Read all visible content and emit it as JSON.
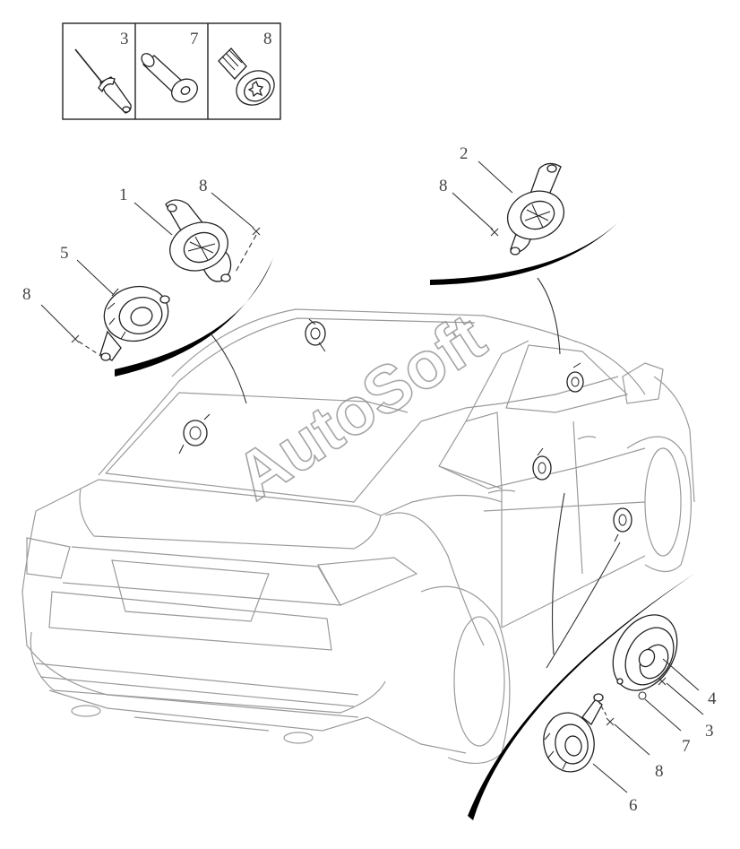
{
  "legend_box": {
    "cells": [
      {
        "number": "3",
        "icon": "rivet-icon"
      },
      {
        "number": "7",
        "icon": "plastic-plug-icon"
      },
      {
        "number": "8",
        "icon": "torx-screw-icon"
      }
    ]
  },
  "callouts": {
    "c1": "1",
    "c2": "2",
    "c3": "3",
    "c4": "4",
    "c5": "5",
    "c6": "6",
    "c7": "7",
    "c8a": "8",
    "c8b": "8",
    "c8c": "8",
    "c8d": "8"
  },
  "watermark": "AutoSoft",
  "colors": {
    "line": "#222222",
    "car_outline": "#9a9a9a",
    "background": "#ffffff"
  }
}
